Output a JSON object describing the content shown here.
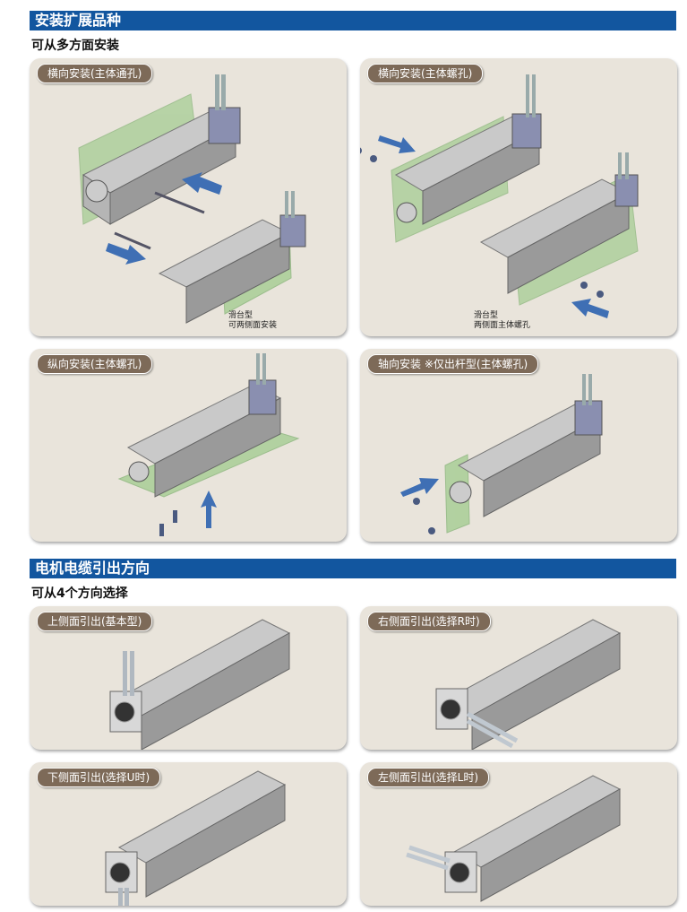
{
  "mounting": {
    "title": "安装扩展品种",
    "subtitle": "可从多方面安装",
    "panels": [
      {
        "label": "横向安装(主体通孔)",
        "note": [
          "滑台型",
          "可两侧面安装"
        ]
      },
      {
        "label": "横向安装(主体螺孔)",
        "note": [
          "滑台型",
          "两侧面主体螺孔"
        ]
      },
      {
        "label": "纵向安装(主体螺孔)"
      },
      {
        "label": "轴向安装 ※仅出杆型(主体螺孔)"
      }
    ]
  },
  "cable": {
    "title": "电机电缆引出方向",
    "subtitle": "可从4个方向选择",
    "panels": [
      {
        "label": "上侧面引出(基本型)"
      },
      {
        "label": "右侧面引出(选择R时)"
      },
      {
        "label": "下侧面引出(选择U时)"
      },
      {
        "label": "左侧面引出(选择L时)"
      }
    ]
  },
  "colors": {
    "section_bar": "#12569f",
    "panel_bg": "#e9e4db",
    "pill": "#7d6a58",
    "arrow": "#3f6fb4",
    "plate": "#8ec57a"
  }
}
